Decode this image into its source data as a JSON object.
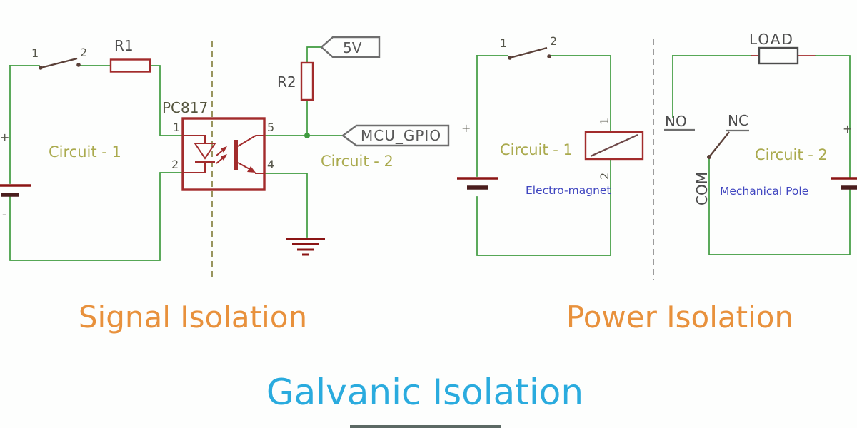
{
  "colors": {
    "background": "#fdfefd",
    "wire": "#3f9b3f",
    "component_red": "#a22c2c",
    "ground": "#8b1515",
    "dark_bar": "#4a1d1d",
    "switch": "#5a4038",
    "relay_diagonal": "#6e4848",
    "pin_label": "#56564a",
    "ref_label": "#4c4c4c",
    "part_label": "#55553e",
    "net_name": "#aaaa4e",
    "blue_note": "#4046c0",
    "flag_outline": "#6e6e6e",
    "flag_text": "#585858",
    "dash_signal": "#98955e",
    "dash_power": "#9c9c9c",
    "caption": "#e8913c",
    "title": "#2aabde"
  },
  "signal": {
    "caption": "Signal Isolation",
    "part": "PC817",
    "pin1": "1",
    "pin2": "2",
    "pin5": "5",
    "pin4": "4",
    "sw1": "1",
    "sw2": "2",
    "r1": "R1",
    "r2": "R2",
    "vflag": "5V",
    "netflag": "MCU_GPIO",
    "circuit1": "Circuit - 1",
    "circuit2": "Circuit - 2",
    "plus": "+",
    "minus": "-"
  },
  "power": {
    "caption": "Power Isolation",
    "sw1": "1",
    "sw2": "2",
    "relay_pin1": "1",
    "relay_pin2": "2",
    "load": "LOAD",
    "no": "NO",
    "nc": "NC",
    "com": "COM",
    "circuit1": "Circuit - 1",
    "circuit2": "Circuit - 2",
    "electro": "Electro-magnet",
    "mechanical": "Mechanical Pole",
    "plus1": "+",
    "plus2": "+"
  },
  "title": "Galvanic Isolation"
}
